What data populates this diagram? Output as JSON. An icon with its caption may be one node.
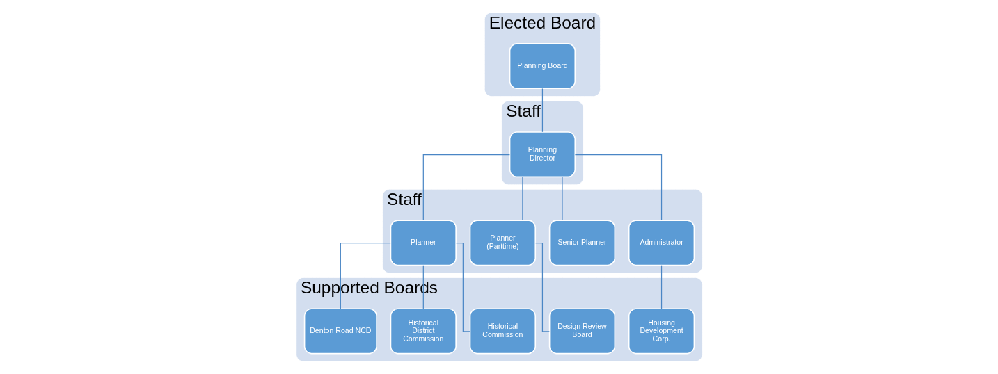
{
  "diagram": {
    "nodes": [
      {
        "text": [
          "Elected Board"
        ]
      },
      {
        "text": [
          "Planning Board"
        ],
        "in": 0
      },
      {
        "text": [
          "Staff"
        ]
      },
      {
        "text": [
          "Planning Director"
        ],
        "in": 2
      },
      {
        "text": [
          "Staff"
        ]
      },
      {
        "text": [
          "Administrator"
        ],
        "in": 4
      },
      {
        "text": [
          "Senior Planner"
        ],
        "in": 4
      },
      {
        "text": [
          "Planner (Parttime)"
        ],
        "in": 4
      },
      {
        "text": [
          "Planner"
        ],
        "in": 4
      },
      {
        "text": [
          "Supported Boards"
        ]
      },
      {
        "text": [
          "Housing Development Corp."
        ],
        "in": 9
      },
      {
        "text": [
          "Design Review Board"
        ],
        "in": 9
      },
      {
        "text": [
          "Historical Commission"
        ],
        "in": 9
      },
      {
        "text": [
          "Historical District Commission"
        ],
        "in": 9
      },
      {
        "text": [
          "Denton Road NCD"
        ],
        "in": 9
      }
    ],
    "edges": [
      {
        "from": 1,
        "to": 3,
        "arrow": "none"
      },
      {
        "from": 3,
        "to": 5,
        "arrow": "none"
      },
      {
        "from": 3,
        "to": 6,
        "arrow": "none"
      },
      {
        "from": 3,
        "to": 7,
        "arrow": "none"
      },
      {
        "from": 3,
        "to": 8,
        "arrow": "none"
      },
      {
        "from": 5,
        "to": 10,
        "arrow": "none"
      },
      {
        "from": 7,
        "to": 11,
        "arrow": "none"
      },
      {
        "from": 8,
        "to": 12,
        "arrow": "none"
      },
      {
        "from": 8,
        "to": 13,
        "arrow": "none"
      },
      {
        "from": 8,
        "to": 14,
        "arrow": "none"
      }
    ]
  }
}
